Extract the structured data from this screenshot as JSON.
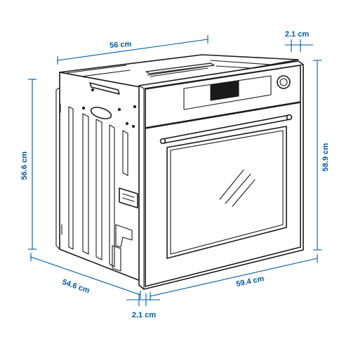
{
  "dimensions": {
    "width_top": "56 cm",
    "front_thickness_top": "2.1 cm",
    "height_left": "56.6 cm",
    "height_right": "58.9 cm",
    "depth_bottom": "54.6 cm",
    "width_bottom": "59.4 cm",
    "front_thickness_bottom": "2.1 cm"
  },
  "colors": {
    "dimension_accent": "#0058a3",
    "line_art": "#1a1a1a"
  }
}
